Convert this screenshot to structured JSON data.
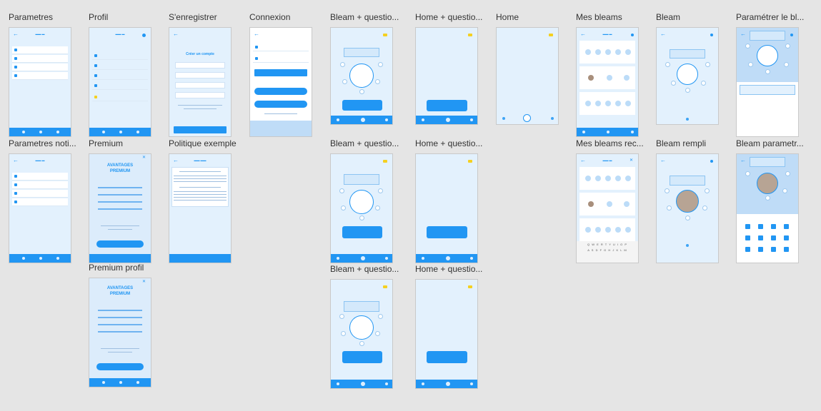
{
  "artboards": [
    {
      "label": "Parametres"
    },
    {
      "label": "Profil"
    },
    {
      "label": "S'enregistrer"
    },
    {
      "label": "Connexion"
    },
    {
      "label": "Bleam + questio..."
    },
    {
      "label": "Home + questio..."
    },
    {
      "label": "Home"
    },
    {
      "label": "Mes bleams"
    },
    {
      "label": "Bleam"
    },
    {
      "label": "Paramétrer le bl..."
    },
    {
      "label": "Parametres noti..."
    },
    {
      "label": "Premium"
    },
    {
      "label": "Politique exemple"
    },
    {
      "label": "Bleam + questio..."
    },
    {
      "label": "Home + questio..."
    },
    {
      "label": "Mes bleams rec..."
    },
    {
      "label": "Bleam rempli"
    },
    {
      "label": "Bleam parametr..."
    },
    {
      "label": "Premium profil"
    },
    {
      "label": "Bleam + questio..."
    },
    {
      "label": "Home + questio..."
    }
  ],
  "screens": {
    "register_title": "Créer un compte",
    "premium_title": "AVANTAGES PREMIUM",
    "keyboard_row1": "Q W E R T Y U I O P",
    "keyboard_row2": "A S D F G H J K L M"
  },
  "colors": {
    "canvas": "#e5e5e5",
    "primary": "#2196f3",
    "screen_bg": "#e3f1fd",
    "accent": "#f5d020"
  }
}
